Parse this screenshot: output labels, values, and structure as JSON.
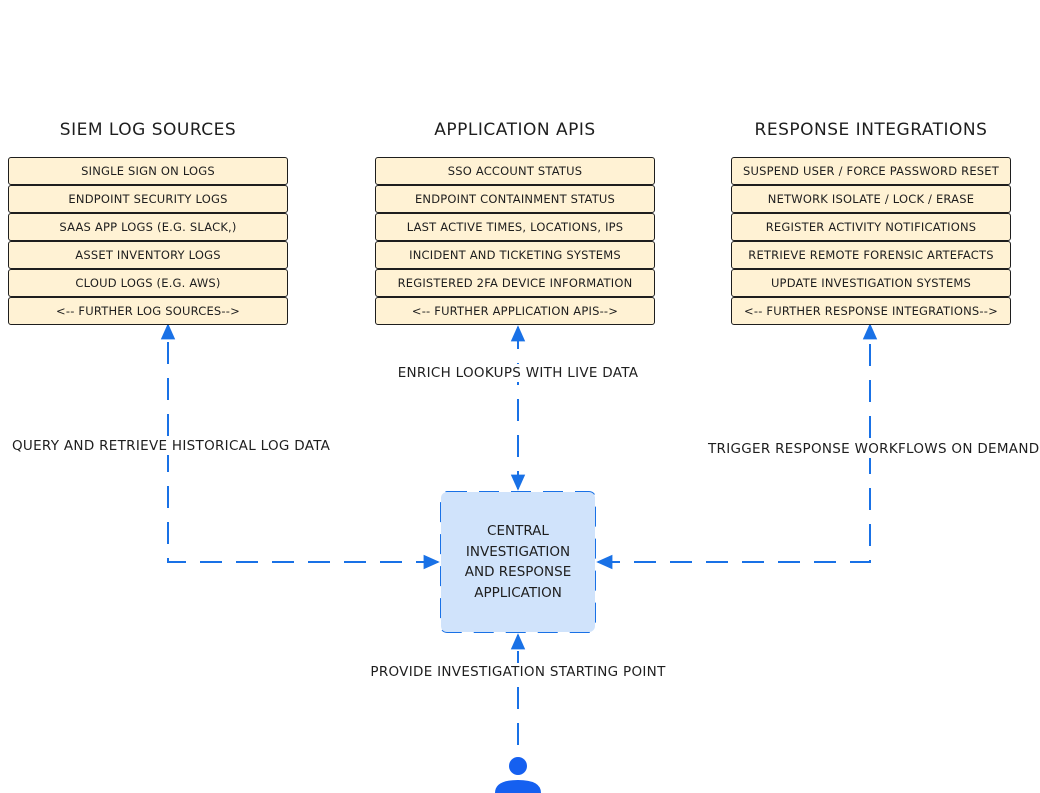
{
  "columns": [
    {
      "title": "SIEM LOG SOURCES",
      "items": [
        "SINGLE SIGN ON LOGS",
        "ENDPOINT SECURITY LOGS",
        "SAAS APP LOGS (E.G. SLACK,)",
        "ASSET INVENTORY LOGS",
        "CLOUD LOGS (E.G. AWS)",
        "<-- FURTHER LOG SOURCES-->"
      ]
    },
    {
      "title": "APPLICATION APIS",
      "items": [
        "SSO ACCOUNT STATUS",
        "ENDPOINT CONTAINMENT STATUS",
        "LAST ACTIVE TIMES, LOCATIONS, IPS",
        "INCIDENT AND TICKETING SYSTEMS",
        "REGISTERED 2FA DEVICE INFORMATION",
        "<-- FURTHER APPLICATION APIS-->"
      ]
    },
    {
      "title": "RESPONSE INTEGRATIONS",
      "items": [
        "SUSPEND USER / FORCE PASSWORD RESET",
        "NETWORK ISOLATE / LOCK / ERASE",
        "REGISTER ACTIVITY NOTIFICATIONS",
        "RETRIEVE REMOTE FORENSIC ARTEFACTS",
        "UPDATE INVESTIGATION SYSTEMS",
        "<-- FURTHER RESPONSE INTEGRATIONS-->"
      ]
    }
  ],
  "center_box": {
    "label": "CENTRAL\nINVESTIGATION\nAND RESPONSE\nAPPLICATION"
  },
  "edge_labels": {
    "left": "QUERY AND RETRIEVE HISTORICAL LOG DATA",
    "middle": "ENRICH LOOKUPS WITH LIVE DATA",
    "right": "TRIGGER RESPONSE WORKFLOWS ON DEMAND",
    "bottom": "PROVIDE INVESTIGATION STARTING POINT"
  },
  "colors": {
    "card_fill": "#fff2d4",
    "center_fill": "#d0e3fb",
    "arrow": "#1971e6",
    "user": "#1560f0"
  },
  "icons": {
    "user": "person-icon"
  }
}
